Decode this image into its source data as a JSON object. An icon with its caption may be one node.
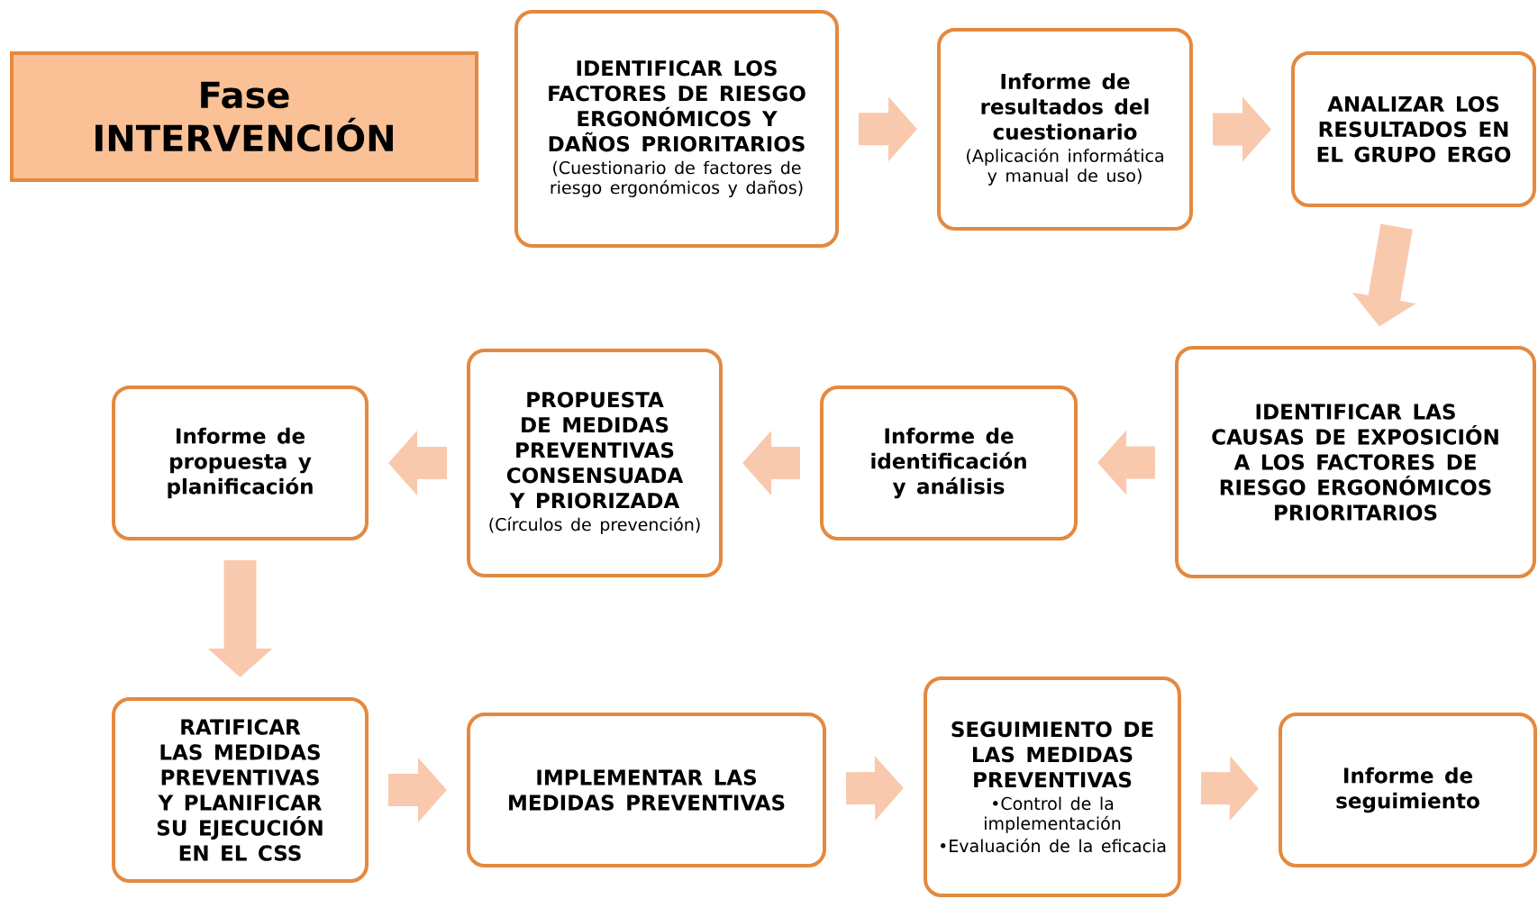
{
  "diagram": {
    "nodes": [
      {
        "text": [
          "Fase INTERVENCIÓN"
        ]
      },
      {
        "text": [
          "IDENTIFICAR LOS FACTORES DE RIESGO ERGONÓMICOS Y DAÑOS PRIORITARIOS",
          "(Cuestionario de factores de riesgo ergonómicos y daños)"
        ]
      },
      {
        "text": [
          "Informe de resultados del cuestionario",
          "(Aplicación informática y manual de uso)"
        ]
      },
      {
        "text": [
          "ANALIZAR LOS RESULTADOS EN EL GRUPO ERGO"
        ]
      },
      {
        "text": [
          "IDENTIFICAR LAS CAUSAS DE EXPOSICIÓN A LOS FACTORES DE RIESGO ERGONÓMICOS PRIORITARIOS"
        ]
      },
      {
        "text": [
          "Informe de identificación y análisis"
        ]
      },
      {
        "text": [
          "PROPUESTA DE MEDIDAS PREVENTIVAS CONSENSUADA Y PRIORIZADA",
          "(Círculos de prevención)"
        ]
      },
      {
        "text": [
          "Informe de propuesta y planificación"
        ]
      },
      {
        "text": [
          "RATIFICAR LAS MEDIDAS PREVENTIVAS Y PLANIFICAR SU EJECUCIÓN EN EL CSS"
        ]
      },
      {
        "text": [
          "IMPLEMENTAR LAS MEDIDAS PREVENTIVAS"
        ]
      },
      {
        "text": [
          "SEGUIMIENTO DE LAS MEDIDAS PREVENTIVAS",
          "•Control de la implementación",
          "•Evaluación de la eficacia"
        ]
      },
      {
        "text": [
          "Informe de seguimiento"
        ]
      }
    ],
    "edges": [
      {
        "from": 1,
        "to": 2,
        "arrow": "to"
      },
      {
        "from": 2,
        "to": 3,
        "arrow": "to"
      },
      {
        "from": 3,
        "to": 4,
        "arrow": "to"
      },
      {
        "from": 4,
        "to": 5,
        "arrow": "to"
      },
      {
        "from": 5,
        "to": 6,
        "arrow": "to"
      },
      {
        "from": 6,
        "to": 7,
        "arrow": "to"
      },
      {
        "from": 7,
        "to": 8,
        "arrow": "to"
      },
      {
        "from": 8,
        "to": 9,
        "arrow": "to"
      },
      {
        "from": 9,
        "to": 10,
        "arrow": "to"
      },
      {
        "from": 10,
        "to": 11,
        "arrow": "to"
      }
    ]
  }
}
